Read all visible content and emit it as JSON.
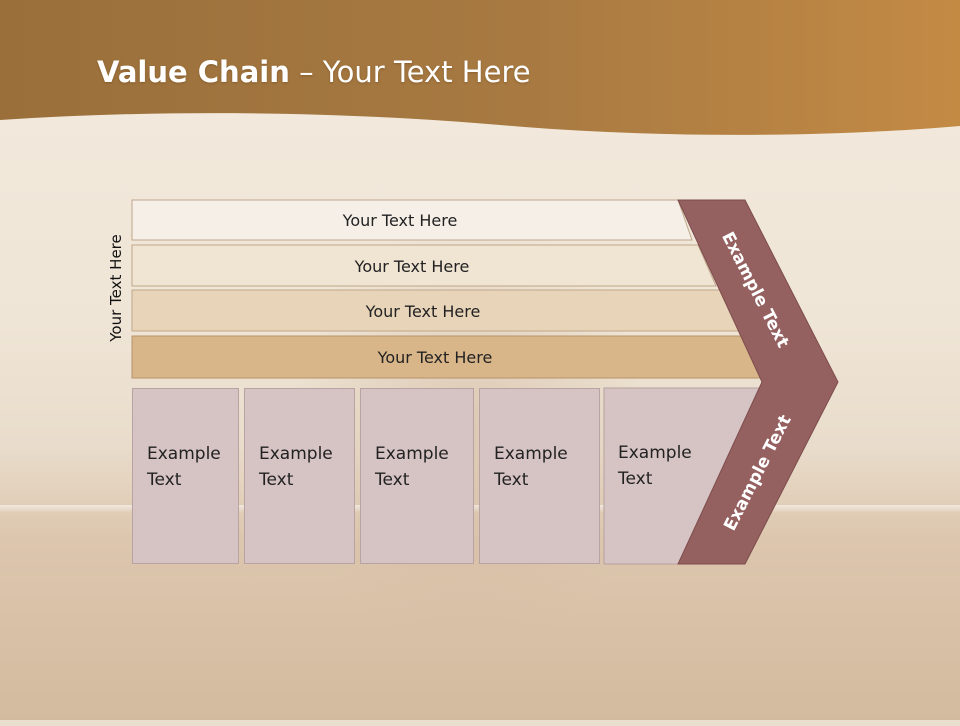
{
  "slide": {
    "title_bold": "Value Chain",
    "title_rest": " – Your Text Here",
    "side_label": "Your Text Here"
  },
  "bars": [
    {
      "label": "Your Text Here"
    },
    {
      "label": "Your Text Here"
    },
    {
      "label": "Your Text Here"
    },
    {
      "label": "Your Text Here"
    }
  ],
  "columns": [
    {
      "line1": "Example",
      "line2": "Text"
    },
    {
      "line1": "Example",
      "line2": "Text"
    },
    {
      "line1": "Example",
      "line2": "Text"
    },
    {
      "line1": "Example",
      "line2": "Text"
    },
    {
      "line1": "Example",
      "line2": "Text"
    }
  ],
  "chevron": {
    "upper_label": "Example Text",
    "lower_label": "Example Text"
  },
  "colors": {
    "header_brown": "#a87a3e",
    "chevron_fill": "#956060",
    "column_fill": "#d6c3c3",
    "bar_fills": [
      "#f5efe8",
      "#f0e4d3",
      "#e8d4b8",
      "#d9b68a"
    ]
  }
}
